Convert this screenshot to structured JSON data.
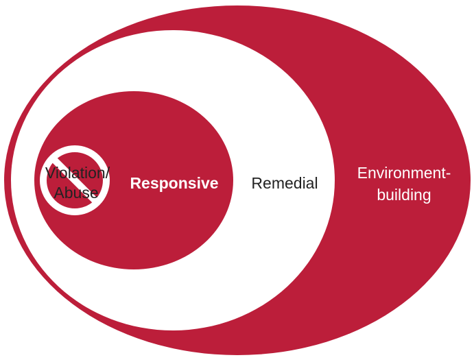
{
  "colors": {
    "crimson": "#BC1E3A",
    "white": "#FFFFFF",
    "dark_text": "#222222"
  },
  "rings": {
    "outer": {
      "label_line1": "Environment-",
      "label_line2": "building"
    },
    "remedial": {
      "label": "Remedial"
    },
    "responsive": {
      "label": "Responsive"
    },
    "core": {
      "label_line1": "Violation/",
      "label_line2": "Abuse",
      "icon": "prohibition-icon"
    }
  }
}
